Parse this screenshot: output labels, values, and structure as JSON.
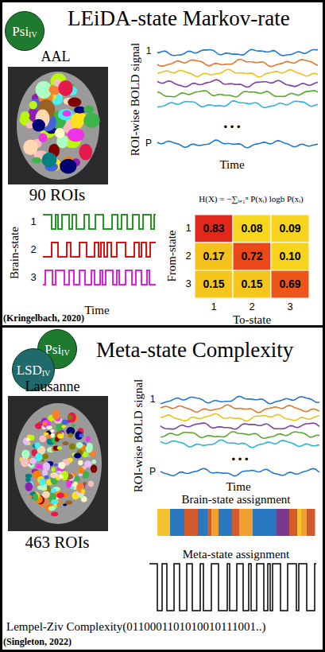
{
  "diagram": {
    "nodes": [
      {
        "text": [
          "LEiDA-state Markov-rate"
        ]
      },
      {
        "text": [
          "Psi",
          "IV"
        ],
        "in": 0
      },
      {
        "text": [
          "Meta-state Complexity"
        ]
      },
      {
        "text": [
          "Psi",
          "IV"
        ],
        "in": 2
      },
      {
        "text": [
          "LSD",
          "IV"
        ],
        "in": 2
      }
    ],
    "labels": [
      "AAL",
      "90 ROIs",
      "ROI-wise BOLD signal",
      "1",
      "P",
      "• • •",
      "Time",
      "Brain-state",
      "1",
      "2",
      "3",
      "Time",
      "H(X) = −∑ᵢ₌₁ⁿ P(xᵢ) logb P(xᵢ)",
      "0.83",
      "0.08",
      "0.09",
      "0.17",
      "0.72",
      "0.10",
      "0.15",
      "0.15",
      "0.69",
      "From-state",
      "1",
      "2",
      "3",
      "1",
      "2",
      "3",
      "To-state",
      "(Kringelbach, 2020)",
      "Lausanne",
      "463 ROIs",
      "ROI-wise BOLD signal",
      "1",
      "P",
      "• • •",
      "Time",
      "Brain-state assignment",
      "Meta-state assignment",
      "Lempel-Ziv Complexity(0110001101010010111001..)",
      "(Singleton, 2022)"
    ]
  }
}
